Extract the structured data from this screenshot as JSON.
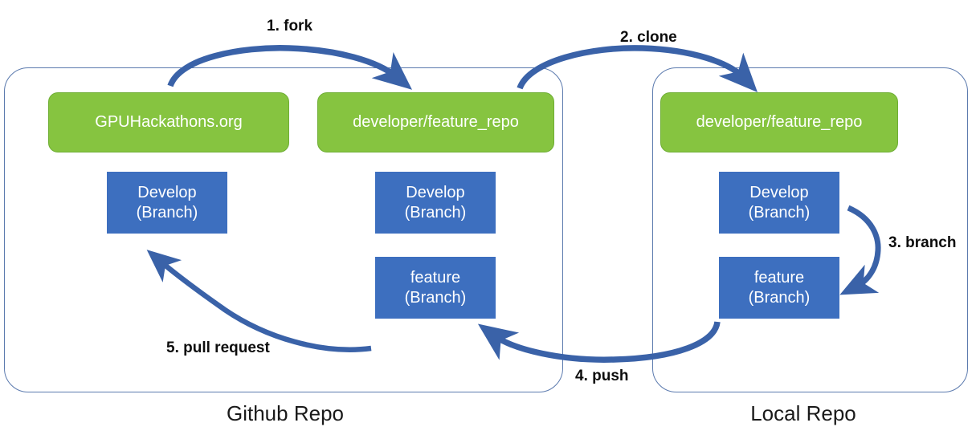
{
  "diagram": {
    "title": "Git fork-clone-branch-push-pull-request workflow",
    "colors": {
      "repo_green": "#86C440",
      "branch_blue": "#3D6FBF",
      "arrow_blue": "#3A62A8",
      "container_outline": "#5B7AAE",
      "background": "#FFFFFF",
      "label_text": "#0D0D0D"
    },
    "containers": [
      {
        "id": "github",
        "caption": "Github Repo"
      },
      {
        "id": "local",
        "caption": "Local Repo"
      }
    ],
    "nodes": {
      "github_upstream_repo": "GPUHackathons.org",
      "github_upstream_develop_line1": "Develop",
      "github_upstream_develop_line2": "(Branch)",
      "github_fork_repo": "developer/feature_repo",
      "github_fork_develop_line1": "Develop",
      "github_fork_develop_line2": "(Branch)",
      "github_fork_feature_line1": "feature",
      "github_fork_feature_line2": "(Branch)",
      "local_repo": "developer/feature_repo",
      "local_develop_line1": "Develop",
      "local_develop_line2": "(Branch)",
      "local_feature_line1": "feature",
      "local_feature_line2": "(Branch)"
    },
    "steps": [
      {
        "number": 1,
        "label": "1. fork",
        "from": "GPUHackathons.org",
        "to": "developer/feature_repo (Github)"
      },
      {
        "number": 2,
        "label": "2. clone",
        "from": "developer/feature_repo (Github)",
        "to": "developer/feature_repo (Local)"
      },
      {
        "number": 3,
        "label": "3. branch",
        "from": "Develop (Branch) Local",
        "to": "feature (Branch) Local"
      },
      {
        "number": 4,
        "label": "4. push",
        "from": "feature (Branch) Local",
        "to": "feature (Branch) Github fork"
      },
      {
        "number": 5,
        "label": "5. pull request",
        "from": "feature (Branch) Github fork",
        "to": "Develop (Branch) GPUHackathons.org"
      }
    ]
  }
}
